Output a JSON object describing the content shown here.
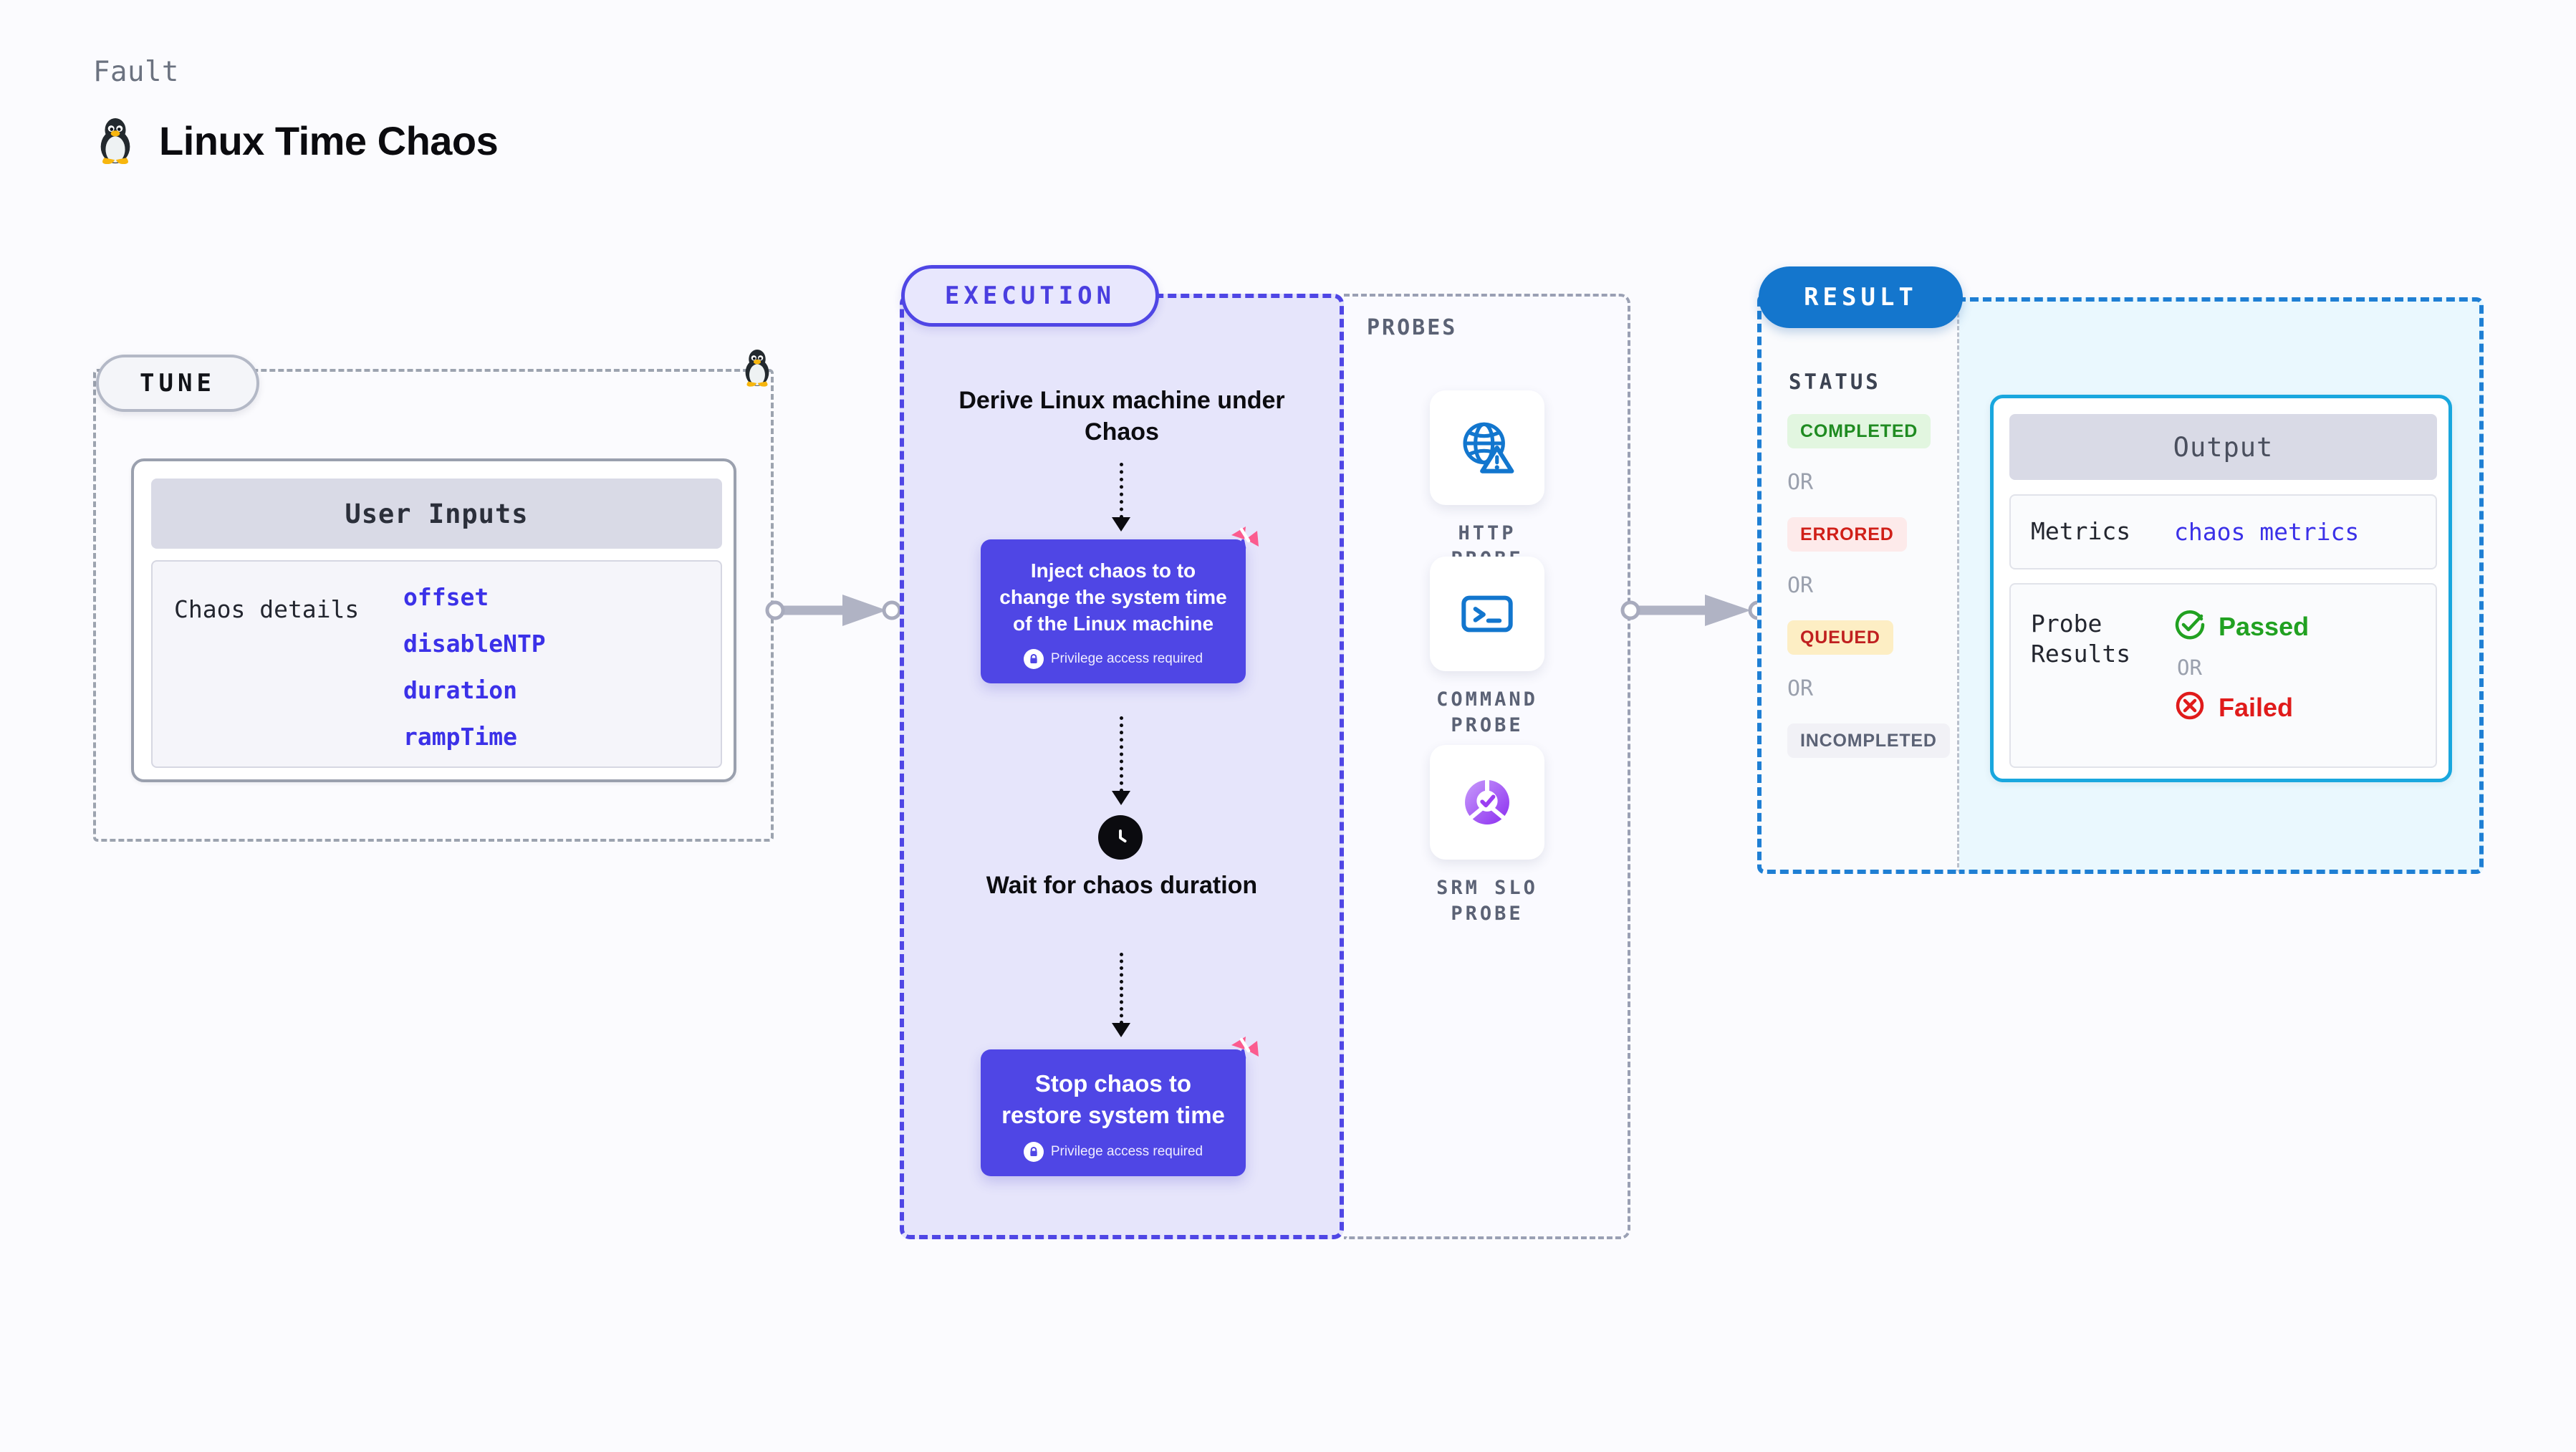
{
  "header": {
    "kicker": "Fault",
    "title": "Linux Time Chaos",
    "icon": "tux-penguin-icon"
  },
  "tune": {
    "pill_label": "TUNE",
    "card": {
      "title": "User Inputs",
      "row_label": "Chaos details",
      "values": [
        "offset",
        "disableNTP",
        "duration",
        "rampTime"
      ]
    }
  },
  "execution": {
    "pill_label": "EXECUTION",
    "steps": [
      {
        "kind": "text",
        "label": "Derive Linux machine under Chaos"
      },
      {
        "kind": "card",
        "label": "Inject chaos to to change the system time of the Linux machine",
        "note": "Privilege access required"
      },
      {
        "kind": "clock",
        "label": "Wait for chaos duration"
      },
      {
        "kind": "card",
        "label": "Stop chaos to restore system time",
        "note": "Privilege access required"
      }
    ]
  },
  "probes": {
    "title": "PROBES",
    "items": [
      {
        "label": "HTTP PROBE",
        "icon": "globe-warning-icon"
      },
      {
        "label": "COMMAND PROBE",
        "icon": "terminal-icon"
      },
      {
        "label": "SRM SLO PROBE",
        "icon": "slo-donut-check-icon"
      }
    ]
  },
  "result": {
    "pill_label": "RESULT",
    "status_title": "STATUS",
    "or_label": "OR",
    "statuses": [
      {
        "label": "COMPLETED",
        "bg": "#e2f6e0",
        "fg": "#1f8b21"
      },
      {
        "label": "ERRORED",
        "bg": "#fdeaea",
        "fg": "#d01f18"
      },
      {
        "label": "QUEUED",
        "bg": "#fdeec4",
        "fg": "#c02020"
      },
      {
        "label": "INCOMPLETED",
        "bg": "#f1f1f6",
        "fg": "#5b6275"
      }
    ],
    "output": {
      "title": "Output",
      "metrics_key": "Metrics",
      "metrics_value": "chaos metrics",
      "probe_key": "Probe Results",
      "passed_label": "Passed",
      "or_label": "OR",
      "failed_label": "Failed"
    }
  },
  "colors": {
    "accent_indigo": "#4f46e5",
    "accent_blue": "#1476cd",
    "accent_cyan": "#19a7de",
    "pink_harness": "#fb5c8f",
    "pass_green": "#21a121",
    "fail_red": "#e01b1b",
    "page_bg": "#fbfbfe"
  }
}
